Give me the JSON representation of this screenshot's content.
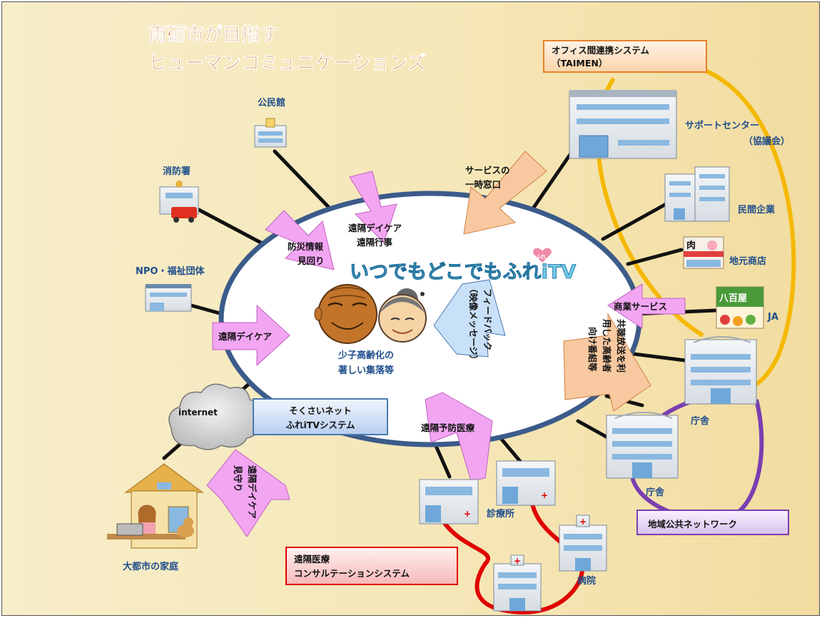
{
  "title": {
    "line1": "南砺市が目指す",
    "line2": "ヒューマンコミュニケーションズ"
  },
  "center": {
    "logo": "いつでもどこでもふれiTV",
    "logo_badge": "ふれ",
    "village": [
      "少子高齢化の",
      "著しい集落等"
    ]
  },
  "boxes": {
    "office": [
      "オフィス間連携システム",
      "（TAIMEN）"
    ],
    "sokusai": [
      "そくさいネット",
      "ふれiTVシステム"
    ],
    "public_network": "地域公共ネットワーク",
    "medical": [
      "遠隔医療",
      "コンサルテーションシステム"
    ],
    "internet": "internet"
  },
  "nodes": {
    "kominkan": "公民館",
    "shobosho": "消防署",
    "npo": "NPO・福祉団体",
    "support_center": [
      "サポートセンター",
      "（協議会）"
    ],
    "minkan": "民間企業",
    "jimoto": "地元商店",
    "ja": "JA",
    "yaoya_sign": "八百屋",
    "meat_sign": "肉",
    "chosha1": "庁舎",
    "chosha2": "庁舎",
    "clinic": "診療所",
    "hospital": "病院",
    "home": "大都市の家庭"
  },
  "arrows": {
    "bosai": [
      "防災情報",
      "見回り"
    ],
    "daycare_top": [
      "遠隔デイケア",
      "遠隔行事"
    ],
    "service_window": [
      "サービスの",
      "一時窓口"
    ],
    "feedback": [
      "フィードバック",
      "（映像メッセージ）"
    ],
    "daycare_left": "遠隔デイケア",
    "commerce": "商業サービス",
    "broadcast": [
      "共聴放送を利",
      "用した高齢者",
      "向け番組等"
    ],
    "prevention": "遠隔予防医療",
    "home_arrow": [
      "遠隔デイケア",
      "見守り"
    ]
  },
  "colors": {
    "title": "#c0601a",
    "ellipse_border": "#3b5b8a",
    "label_blue": "#1f4e8c",
    "pink_arrow": "#f2a6f2",
    "orange_arrow": "#f8c9a0",
    "blue_arrow": "#c8e0f8",
    "office_loop": "#f5b800",
    "public_loop": "#7a3fb0",
    "medical_loop": "#e00000"
  },
  "icons": [
    "kominkan-building-icon",
    "fire-station-icon",
    "npo-building-icon",
    "support-center-building-icon",
    "company-building-icon",
    "shop-icon",
    "ja-shop-icon",
    "government-building-icon",
    "clinic-icon",
    "hospital-icon",
    "home-icon",
    "cloud-icon",
    "elderly-face-icon"
  ]
}
